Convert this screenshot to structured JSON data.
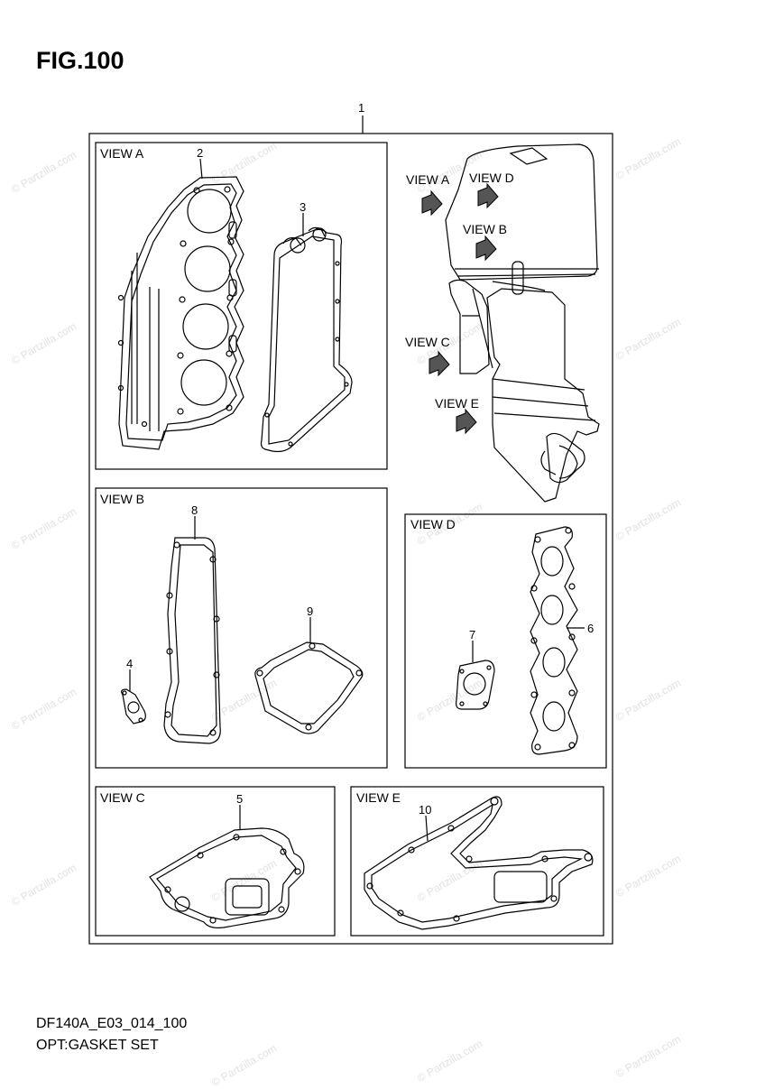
{
  "figure": {
    "title": "FIG.100",
    "footer_code": "DF140A_E03_014_100",
    "footer_name": "OPT:GASKET SET",
    "main_callout": "1"
  },
  "panels": {
    "view_a": {
      "label": "VIEW A",
      "parts": [
        "2",
        "3"
      ]
    },
    "view_b": {
      "label": "VIEW B",
      "parts": [
        "8",
        "9",
        "4"
      ]
    },
    "view_c": {
      "label": "VIEW C",
      "parts": [
        "5"
      ]
    },
    "view_d": {
      "label": "VIEW D",
      "parts": [
        "7",
        "6"
      ]
    },
    "view_e": {
      "label": "VIEW E",
      "parts": [
        "10"
      ]
    }
  },
  "engine_views": [
    "VIEW A",
    "VIEW D",
    "VIEW B",
    "VIEW C",
    "VIEW E"
  ],
  "watermark": "© Partzilla.com"
}
